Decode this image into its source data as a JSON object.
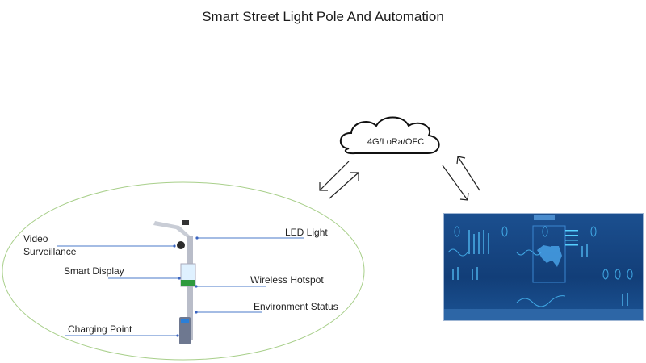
{
  "title": "Smart Street Light Pole And Automation",
  "network": {
    "label": "4G/LoRa/OFC",
    "icon": "cloud-icon"
  },
  "pole_labels": {
    "video_surveillance_line1": "Video",
    "video_surveillance_line2": "Surveillance",
    "smart_display": "Smart Display",
    "charging_point": "Charging Point",
    "led_light": "LED Light",
    "wireless_hotspot": "Wireless Hotspot",
    "environment_status": "Environment Status"
  },
  "colors": {
    "ellipse": "#a8cf8a",
    "leader": "#4a78c8",
    "dashboard": "#164784"
  }
}
